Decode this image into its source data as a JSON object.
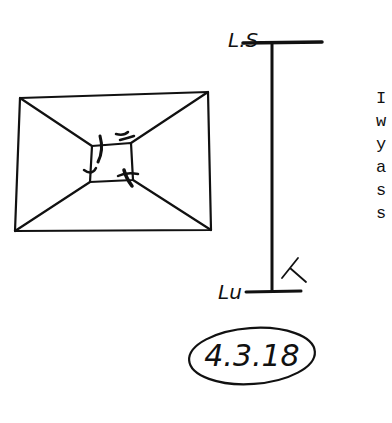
{
  "diagram": {
    "nodes": [
      {
        "text": [
          "4.3.18"
        ]
      }
    ],
    "labels": [
      "L.S",
      "Lu",
      "I",
      "w",
      "y",
      "a",
      "s",
      "s"
    ]
  }
}
